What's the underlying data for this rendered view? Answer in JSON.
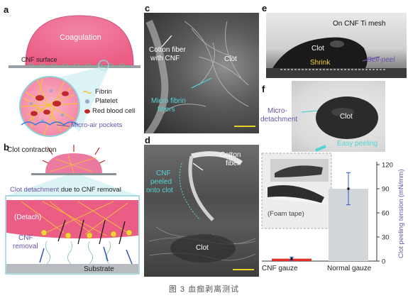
{
  "panel_labels": {
    "a": "a",
    "b": "b",
    "c": "c",
    "d": "d",
    "e": "e",
    "f": "f"
  },
  "panel_a": {
    "coagulation": "Coagulation",
    "cnf_surface": "CNF surface",
    "legend": {
      "fibrin": "Fibrin",
      "platelet": "Platelet",
      "rbc": "Red blood cell",
      "micro_air": "Micro-air pockets"
    }
  },
  "panel_b": {
    "clot_contraction": "Clot contraction",
    "caption_highlight": "Clot detachment",
    "caption_rest": " due to CNF removal",
    "detach": "(Detach)",
    "cnf_removal_1": "CNF",
    "cnf_removal_2": "removal",
    "substrate": "Substrate"
  },
  "panel_c": {
    "cotton_1": "Cotton fiber",
    "cotton_2": "with CNF",
    "clot": "Clot",
    "micro_fibrin_1": "Micro fibrin",
    "micro_fibrin_2": "fibers"
  },
  "panel_d": {
    "cotton_1": "Cotton",
    "cotton_2": "fiber",
    "cnf_1": "CNF",
    "cnf_2": "peeled",
    "cnf_3": "onto clot",
    "clot": "Clot"
  },
  "panel_e": {
    "title": "On CNF Ti mesh",
    "clot": "Clot",
    "shrink": "Shrink",
    "self_peel": "Self-peel"
  },
  "panel_f": {
    "micro_det_1": "Micro-",
    "micro_det_2": "detachment",
    "clot": "Clot",
    "easy_peeling": "Easy peeling",
    "foam_tape": "(Foam tape)"
  },
  "chart_data": {
    "type": "bar",
    "categories": [
      "CNF gauze",
      "Normal gauze"
    ],
    "values": [
      3,
      90
    ],
    "errors": [
      2,
      20
    ],
    "ylabel": "Clot peeling tension (mN/mm)",
    "ylim": [
      0,
      120
    ],
    "yticks": [
      "0",
      "30",
      "60",
      "90",
      "120"
    ],
    "colors": {
      "cnf": "#e0302b",
      "normal": "#d4d7d9"
    }
  },
  "figure_caption": "图 3  血痂剥离测试"
}
